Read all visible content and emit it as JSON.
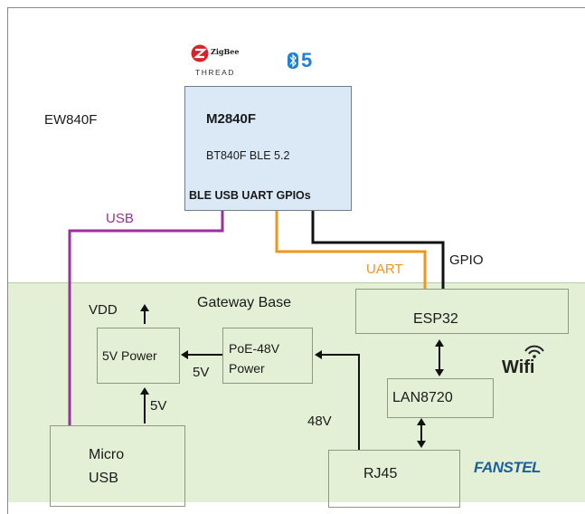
{
  "module_label": "EW840F",
  "logos": {
    "zigbee_text": "ZigBee",
    "thread_text": "THREAD",
    "bluetooth_version": "5"
  },
  "chip": {
    "title": "M2840F",
    "subtitle": "BT840F BLE 5.2",
    "interfaces": "BLE USB UART GPIOs"
  },
  "signals": {
    "usb": "USB",
    "uart": "UART",
    "gpio": "GPIO",
    "vdd": "VDD",
    "five_v_a": "5V",
    "five_v_b": "5V",
    "forty_eight_v": "48V"
  },
  "base": {
    "title": "Gateway Base",
    "esp32": "ESP32",
    "lan8720": "LAN8720",
    "power_5v": "5V Power",
    "poe_line1": "PoE-48V",
    "poe_line2": "Power",
    "micro_line1": "Micro",
    "micro_line2": "USB",
    "rj45": "RJ45"
  },
  "badges": {
    "wifi": "Wifi",
    "brand": "FANSTEL"
  },
  "colors": {
    "usb_line": "#9b2f9b",
    "uart_line": "#f0961e",
    "gpio_line": "#111111",
    "base_fill": "#e3f0d6",
    "chip_fill": "#dbe9f6",
    "bluetooth": "#1f7fdb",
    "zigbee_red": "#d8232a",
    "brand_blue": "#1d5f9b"
  }
}
